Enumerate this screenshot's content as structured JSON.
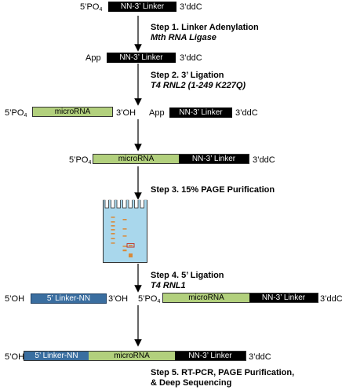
{
  "colors": {
    "linker": "#000000",
    "microrna": "#b2d07d",
    "linker5": "#3a6ea0",
    "gel": "#a9d7ec",
    "band": "#d98a3a"
  },
  "row1": {
    "left": "5’PO",
    "left_sub": "4",
    "linker": "NN-3’ Linker",
    "right": "3’ddC"
  },
  "step1": {
    "title": "Step 1. Linker Adenylation",
    "enzyme": "Mth RNA Ligase"
  },
  "row2": {
    "left": "App",
    "linker": "NN-3’ Linker",
    "right": "3’ddC"
  },
  "step2": {
    "title": "Step 2. 3’ Ligation",
    "enzyme": "T4 RNL2 (1-249 K227Q)"
  },
  "row3": {
    "left": "5’PO",
    "left_sub": "4",
    "mirna": "microRNA",
    "mirna_end": "3’OH",
    "app": "App",
    "linker": "NN-3’ Linker",
    "right": "3’ddC"
  },
  "row4": {
    "left": "5’PO",
    "left_sub": "4",
    "mirna": "microRNA",
    "linker": "NN-3’ Linker",
    "right": "3’ddC"
  },
  "step3": {
    "title": "Step 3. 15% PAGE Purification"
  },
  "step4": {
    "title": "Step 4. 5’ Ligation",
    "enzyme": "T4 RNL1"
  },
  "row5": {
    "left": "5’OH",
    "linker5": "5’ Linker-NN",
    "linker5_end": "3’OH",
    "mid": "5’PO",
    "mid_sub": "4",
    "mirna": "microRNA",
    "linker": "NN-3’ Linker",
    "right": "3’ddC"
  },
  "row6": {
    "left": "5’OH",
    "linker5": "5’ Linker-NN",
    "mirna": "microRNA",
    "linker": "NN-3’ Linker",
    "right": "3’ddC"
  },
  "step5": {
    "line1": "Step 5. RT-PCR, PAGE Purification,",
    "line2": "& Deep Sequencing"
  }
}
